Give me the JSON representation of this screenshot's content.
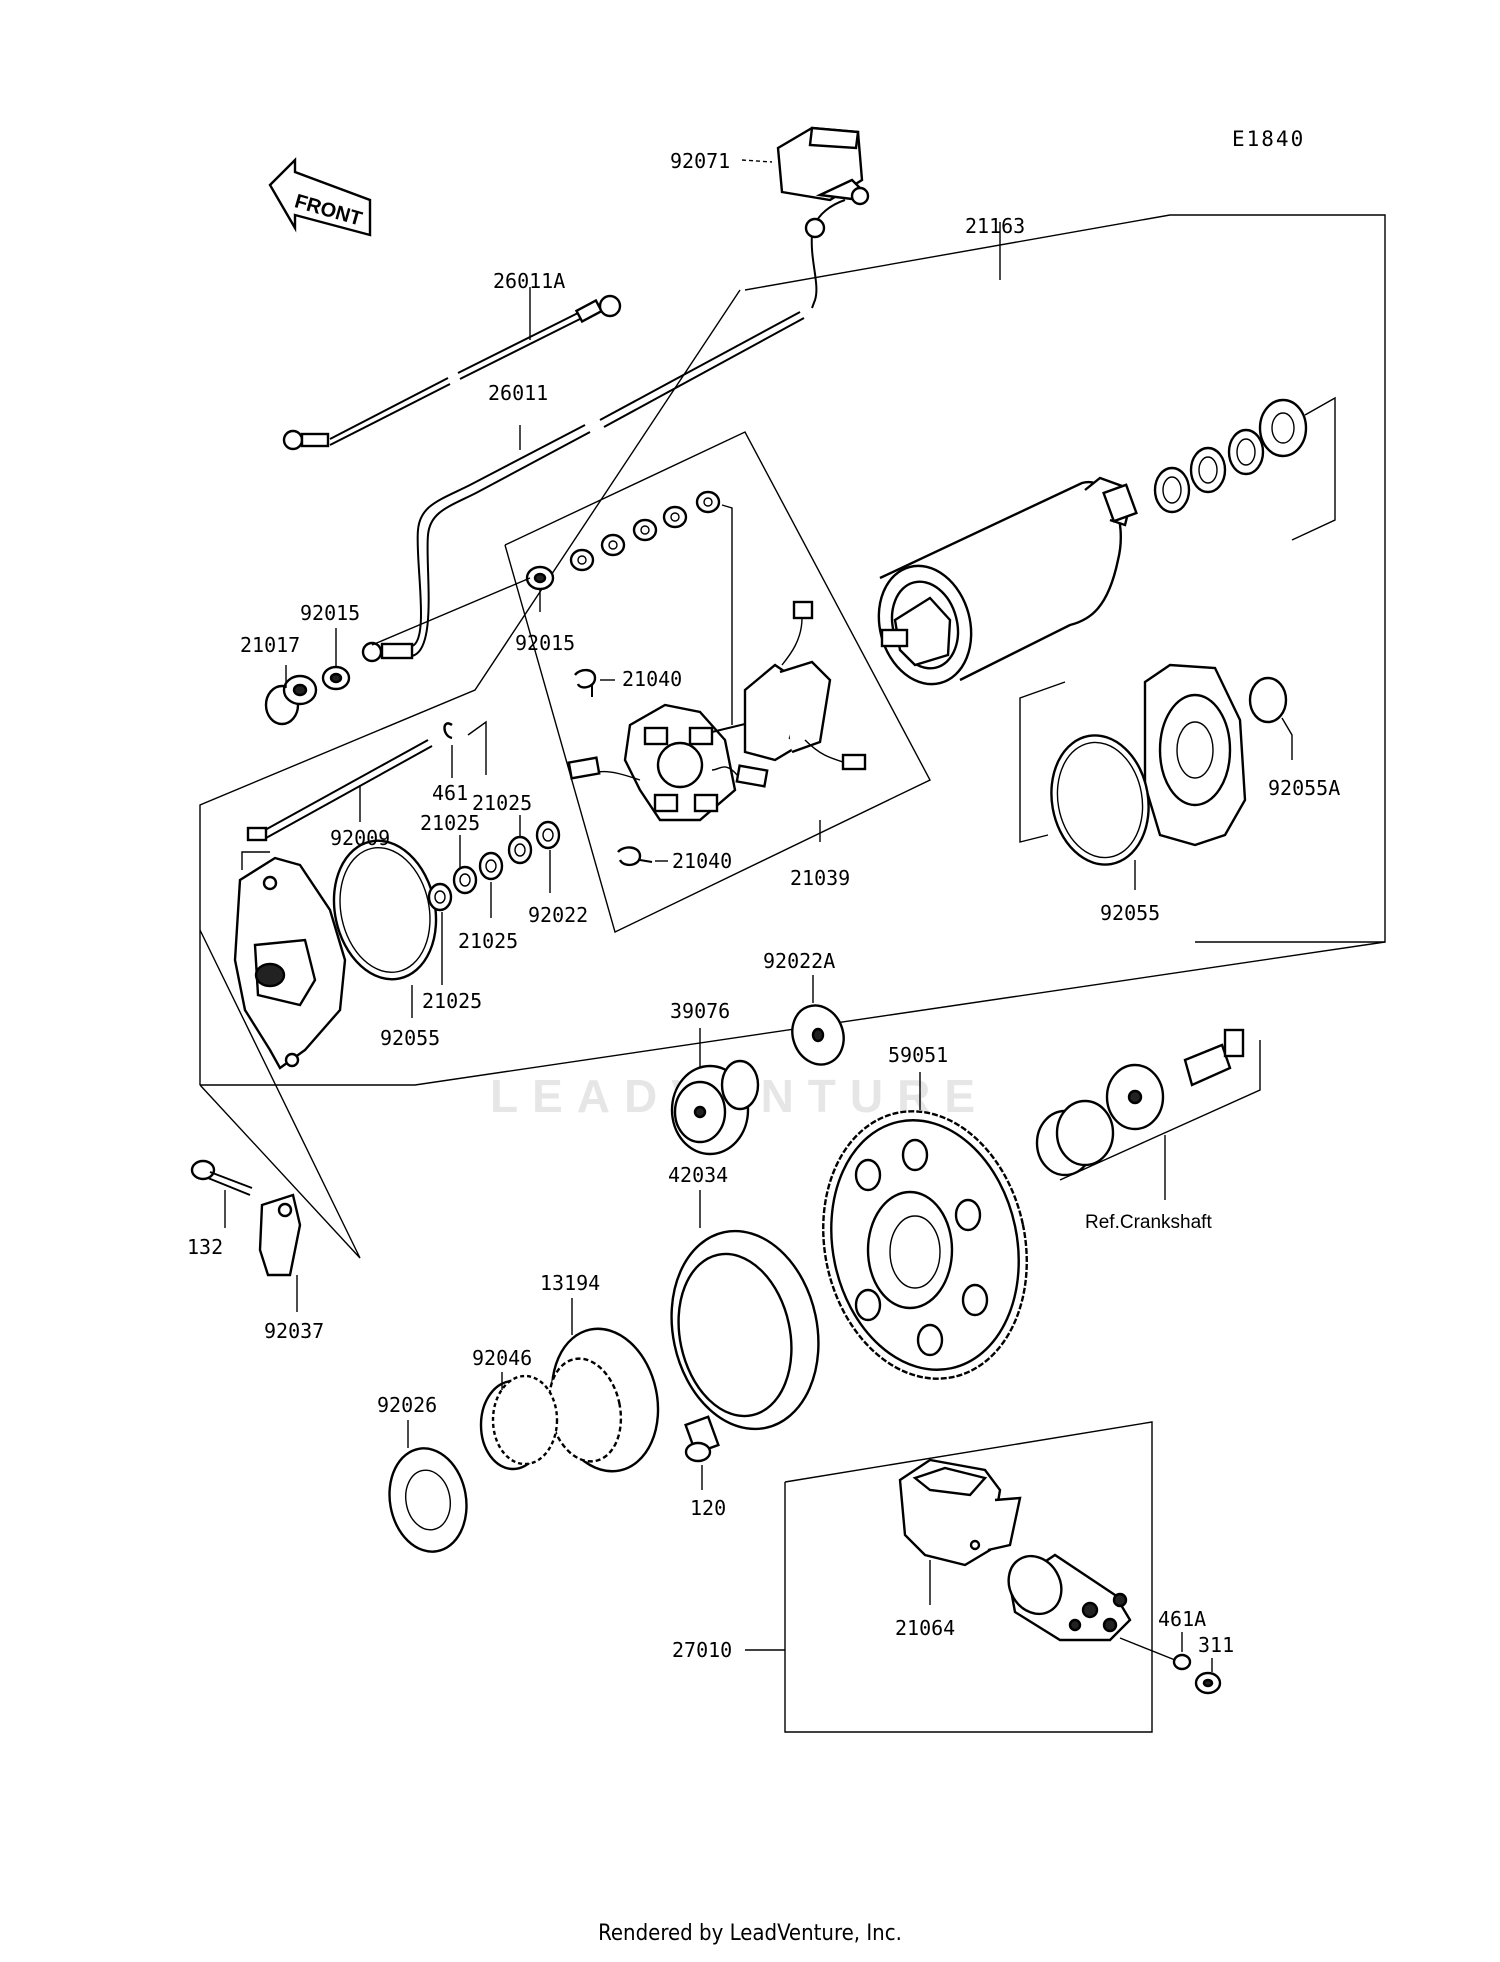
{
  "diagram_code": "E1840",
  "front_label": "FRONT",
  "watermark": "LEADVENTURE",
  "footer": "Rendered by LeadVenture, Inc.",
  "parts": {
    "p92071": "92071",
    "p21163": "21163",
    "p26011A": "26011A",
    "p26011": "26011",
    "p92015a": "92015",
    "p21017": "21017",
    "p92015b": "92015",
    "p21040a": "21040",
    "p21040b": "21040",
    "p461": "461",
    "p21025a": "21025",
    "p21025b": "21025",
    "p21025c": "21025",
    "p21025d": "21025",
    "p92009": "92009",
    "p92022": "92022",
    "p21039": "21039",
    "p92055a": "92055",
    "p92055b": "92055",
    "p92055A": "92055A",
    "p92022A": "92022A",
    "p39076": "39076",
    "p59051": "59051",
    "p42034": "42034",
    "p13194": "13194",
    "p92046": "92046",
    "p92026": "92026",
    "p120": "120",
    "p132": "132",
    "p92037": "92037",
    "p21064": "21064",
    "p27010": "27010",
    "p461A": "461A",
    "p311": "311",
    "ref_crankshaft": "Ref.Crankshaft"
  }
}
